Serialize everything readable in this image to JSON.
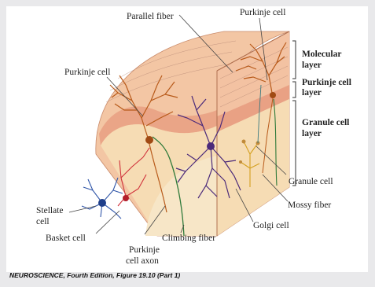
{
  "caption": {
    "book": "NEUROSCIENCE",
    "rest": ", Fourth Edition, Figure 19.10 (Part 1)"
  },
  "labels": {
    "parallel_fiber": "Parallel fiber",
    "purkinje_cell_top": "Purkinje cell",
    "purkinje_cell_left": "Purkinje cell",
    "molecular_layer_1": "Molecular",
    "molecular_layer_2": "layer",
    "purkinje_layer_1": "Purkinje cell",
    "purkinje_layer_2": "layer",
    "granule_layer_1": "Granule cell",
    "granule_layer_2": "layer",
    "granule_cell": "Granule cell",
    "mossy_fiber": "Mossy fiber",
    "golgi_cell": "Golgi cell",
    "climbing_fiber": "Climbing fiber",
    "purkinje_axon_1": "Purkinje",
    "purkinje_axon_2": "cell axon",
    "basket_cell": "Basket cell",
    "stellate_cell_1": "Stellate",
    "stellate_cell_2": "cell"
  },
  "colors": {
    "molecular": "#f3c6a4",
    "purkinje_band": "#e9a184",
    "granule": "#f6dcb4",
    "white_matter": "#f7e6c7",
    "purkinje_dendrite": "#b85a1a",
    "golgi": "#4b2a7a",
    "stellate": "#2f55a8",
    "basket": "#d0303a",
    "climbing": "#2f7a3a",
    "mossy": "#d4a020"
  }
}
